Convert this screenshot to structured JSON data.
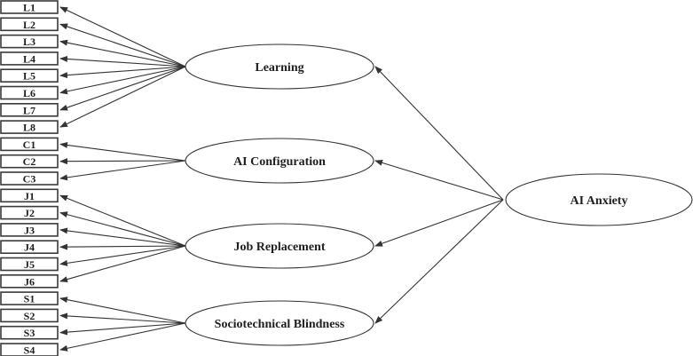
{
  "diagram": {
    "type": "sem-path-diagram",
    "description": "Second-order factor model: AI Anxiety with four first-order factors and their indicator boxes",
    "outcome": {
      "label": "AI Anxiety"
    },
    "factors": [
      {
        "label": "Learning",
        "indicators": [
          "L1",
          "L2",
          "L3",
          "L4",
          "L5",
          "L6",
          "L7",
          "L8"
        ]
      },
      {
        "label": "AI Configuration",
        "indicators": [
          "C1",
          "C2",
          "C3"
        ]
      },
      {
        "label": "Job Replacement",
        "indicators": [
          "J1",
          "J2",
          "J3",
          "J4",
          "J5",
          "J6"
        ]
      },
      {
        "label": "Sociotechnical Blindness",
        "indicators": [
          "S1",
          "S2",
          "S3",
          "S4"
        ]
      }
    ],
    "edges": {
      "outcome_to_factors": [
        "Learning",
        "AI Configuration",
        "Job Replacement",
        "Sociotechnical Blindness"
      ],
      "arrow_direction": "outcome-to-factor and factor-to-indicator"
    },
    "colors": {
      "background": "#ffffff",
      "stroke": "#333333",
      "box_border": "#3a3a3a",
      "shape_fill": "#ffffff",
      "text": "#1f1f1f"
    }
  }
}
